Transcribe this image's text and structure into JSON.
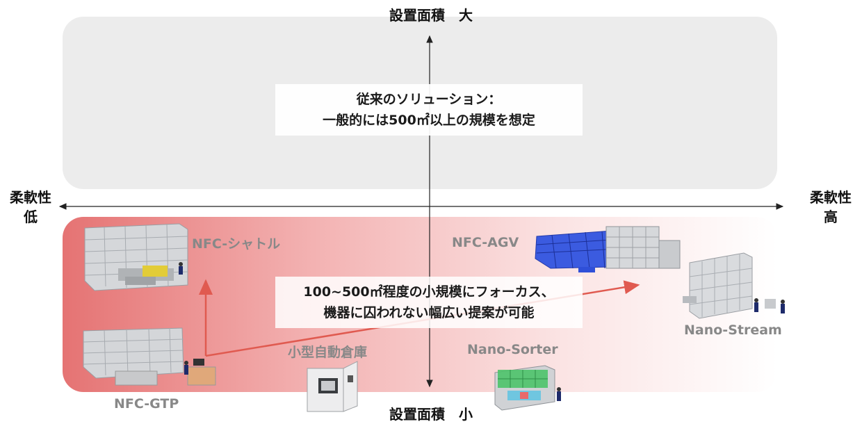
{
  "axes": {
    "top": "設置面積　大",
    "bottom": "設置面積　小",
    "left_line1": "柔軟性",
    "left_line2": "低",
    "right_line1": "柔軟性",
    "right_line2": "高"
  },
  "callouts": {
    "top_line1": "従来のソリューション：",
    "top_line2": "一般的には500㎡以上の規模を想定",
    "bottom_line1": "100~500㎡程度の小規模にフォーカス、",
    "bottom_line2": "機器に囚われない幅広い提案が可能"
  },
  "products": {
    "shuttle": "NFC-シャトル",
    "gtp": "NFC-GTP",
    "small_warehouse": "小型自動倉庫",
    "agv": "NFC-AGV",
    "nano_stream": "Nano-Stream",
    "nano_sorter": "Nano-Sorter"
  },
  "colors": {
    "arrow": "#e05a50",
    "region_top": "#ececec",
    "region_bottom": "#e57373",
    "agv_blue": "#2f4fd8",
    "sorter_green": "#4cc36a"
  }
}
